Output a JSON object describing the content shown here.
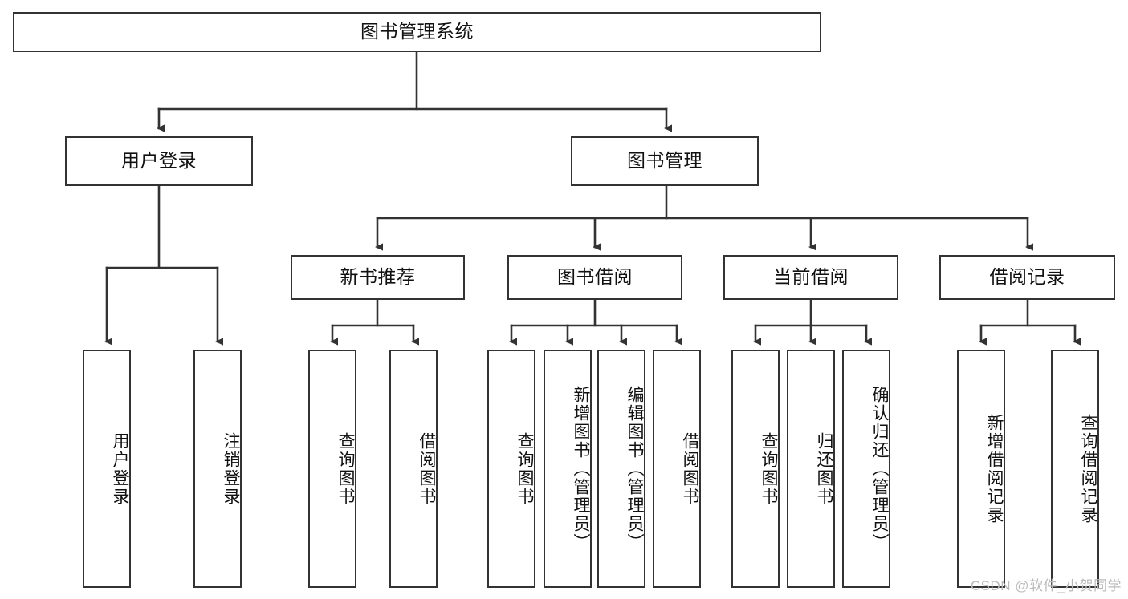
{
  "diagram": {
    "title": "图书管理系统",
    "type": "tree-hierarchy",
    "orientation": "top-down",
    "colors": {
      "box_border": "#333333",
      "box_fill": "#ffffff",
      "edge": "#333333",
      "text": "#111111",
      "watermark": "#b9b9b9"
    }
  },
  "root": {
    "label": "图书管理系统"
  },
  "level2": [
    {
      "label": "用户登录"
    },
    {
      "label": "图书管理"
    }
  ],
  "level3": [
    {
      "label": "新书推荐"
    },
    {
      "label": "图书借阅"
    },
    {
      "label": "当前借阅"
    },
    {
      "label": "借阅记录"
    }
  ],
  "leaves": {
    "user_login": [
      {
        "label": "用户登录"
      },
      {
        "label": "注销登录"
      }
    ],
    "new_book_recommend": [
      {
        "label": "查询图书"
      },
      {
        "label": "借阅图书"
      }
    ],
    "book_borrow": [
      {
        "label": "查询图书"
      },
      {
        "label": "新增图书（管理员）"
      },
      {
        "label": "编辑图书（管理员）"
      },
      {
        "label": "借阅图书"
      }
    ],
    "current_borrow": [
      {
        "label": "查询图书"
      },
      {
        "label": "归还图书"
      },
      {
        "label": "确认归还（管理员）"
      }
    ],
    "borrow_record": [
      {
        "label": "新增借阅记录"
      },
      {
        "label": "查询借阅记录"
      }
    ]
  },
  "watermark": {
    "text": "CSDN @软件_小贺同学"
  }
}
